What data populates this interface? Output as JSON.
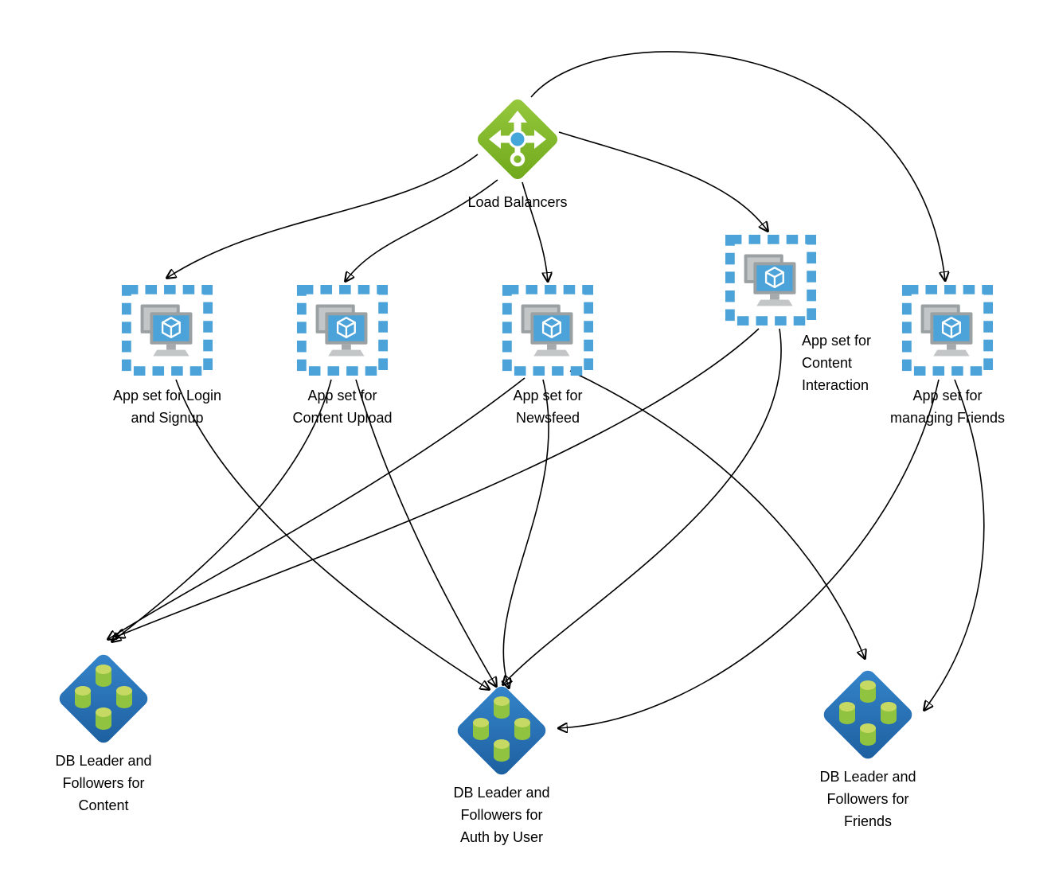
{
  "diagram": {
    "title": "",
    "colors": {
      "edge": "#000000",
      "load_balancer_green": "#7fba00",
      "app_set_border_blue": "#4ba3d9",
      "app_screen_blue": "#4ba3d9",
      "monitor_gray": "#9ba1a3",
      "db_diamond_blue": "#2e77bd",
      "db_cylinder_green": "#90c33f"
    },
    "nodes": {
      "load_balancer": {
        "label": "Load Balancers",
        "icon": "load-balancer-icon"
      },
      "app_login": {
        "label": "App set for Login\nand Signup",
        "icon": "vm-scale-set-icon"
      },
      "app_upload": {
        "label": "App set for\nContent Upload",
        "icon": "vm-scale-set-icon"
      },
      "app_newsfeed": {
        "label": "App set for\nNewsfeed",
        "icon": "vm-scale-set-icon"
      },
      "app_interaction": {
        "label": "App set for\nContent\nInteraction",
        "icon": "vm-scale-set-icon"
      },
      "app_friends": {
        "label": "App set for\nmanaging Friends",
        "icon": "vm-scale-set-icon"
      },
      "db_content": {
        "label": "DB Leader and\nFollowers for\nContent",
        "icon": "database-cluster-icon"
      },
      "db_auth": {
        "label": "DB Leader and\nFollowers for\nAuth by User",
        "icon": "database-cluster-icon"
      },
      "db_friends": {
        "label": "DB Leader and\nFollowers for\nFriends",
        "icon": "database-cluster-icon"
      }
    },
    "edges": [
      {
        "from": "load_balancer",
        "to": "app_login"
      },
      {
        "from": "load_balancer",
        "to": "app_upload"
      },
      {
        "from": "load_balancer",
        "to": "app_newsfeed"
      },
      {
        "from": "load_balancer",
        "to": "app_interaction"
      },
      {
        "from": "load_balancer",
        "to": "app_friends"
      },
      {
        "from": "app_login",
        "to": "db_auth"
      },
      {
        "from": "app_upload",
        "to": "db_content"
      },
      {
        "from": "app_upload",
        "to": "db_auth"
      },
      {
        "from": "app_newsfeed",
        "to": "db_content"
      },
      {
        "from": "app_newsfeed",
        "to": "db_auth"
      },
      {
        "from": "app_newsfeed",
        "to": "db_friends"
      },
      {
        "from": "app_interaction",
        "to": "db_content"
      },
      {
        "from": "app_interaction",
        "to": "db_auth"
      },
      {
        "from": "app_friends",
        "to": "db_friends"
      },
      {
        "from": "app_friends",
        "to": "db_auth"
      }
    ]
  }
}
